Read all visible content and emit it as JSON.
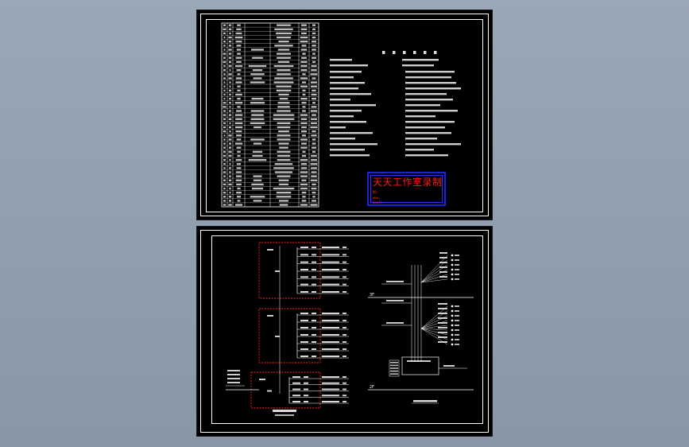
{
  "watermark": {
    "title": "天天工作室录制",
    "line1": "QQ:",
    "line2": "www.",
    "line3": "Email:"
  },
  "colors": {
    "background": "#8c9aab",
    "sheet": "#000000",
    "linework": "#ffffff",
    "dashed_box": "#ff2020",
    "stamp_border": "#1b22d8",
    "stamp_text": "#ff1a1a"
  },
  "diagram": {
    "labels": {
      "floor_upper": "3F",
      "floor_lower": "2F"
    }
  }
}
